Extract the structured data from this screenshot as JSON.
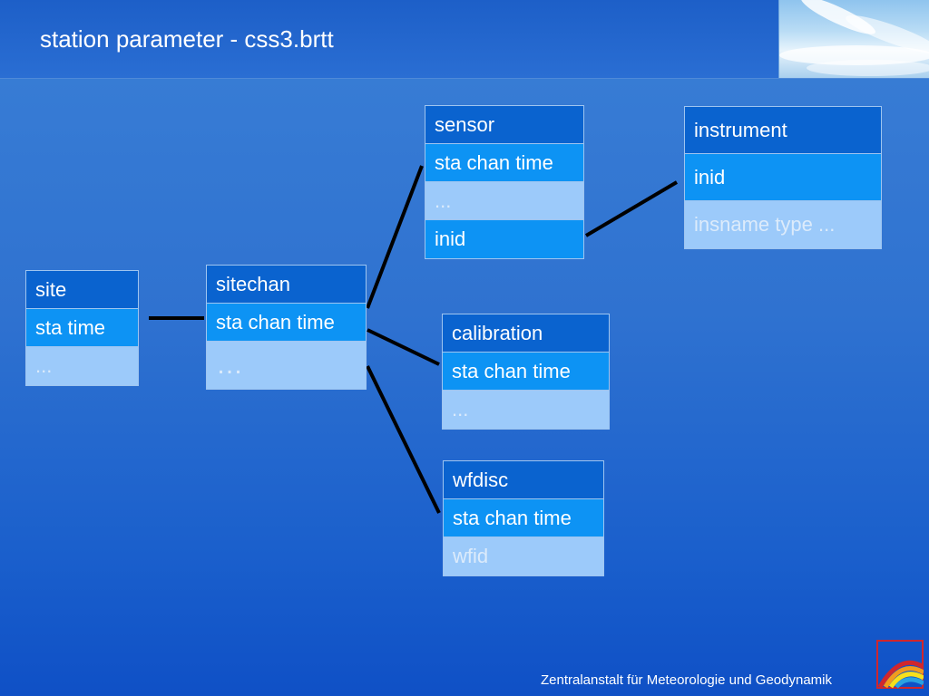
{
  "title": "station parameter - css3.brtt",
  "footer": "Zentralanstalt für Meteorologie und Geodynamik",
  "tables": {
    "site": {
      "name": "site",
      "key": "sta time",
      "rest": "..."
    },
    "sitechan": {
      "name": "sitechan",
      "key": "sta chan time",
      "rest": "…"
    },
    "sensor": {
      "name": "sensor",
      "key": "sta chan time",
      "rest": "...",
      "link": "inid"
    },
    "instrument": {
      "name": "instrument",
      "key": "inid",
      "rest": "insname type ..."
    },
    "calibration": {
      "name": "calibration",
      "key": "sta chan time",
      "rest": "..."
    },
    "wfdisc": {
      "name": "wfdisc",
      "key": "sta chan time",
      "rest": "wfid"
    }
  },
  "colors": {
    "header_row": "#0a63cf",
    "key_row": "#0d93f4",
    "other_row": "#9ccafa",
    "connector": "#000000"
  }
}
